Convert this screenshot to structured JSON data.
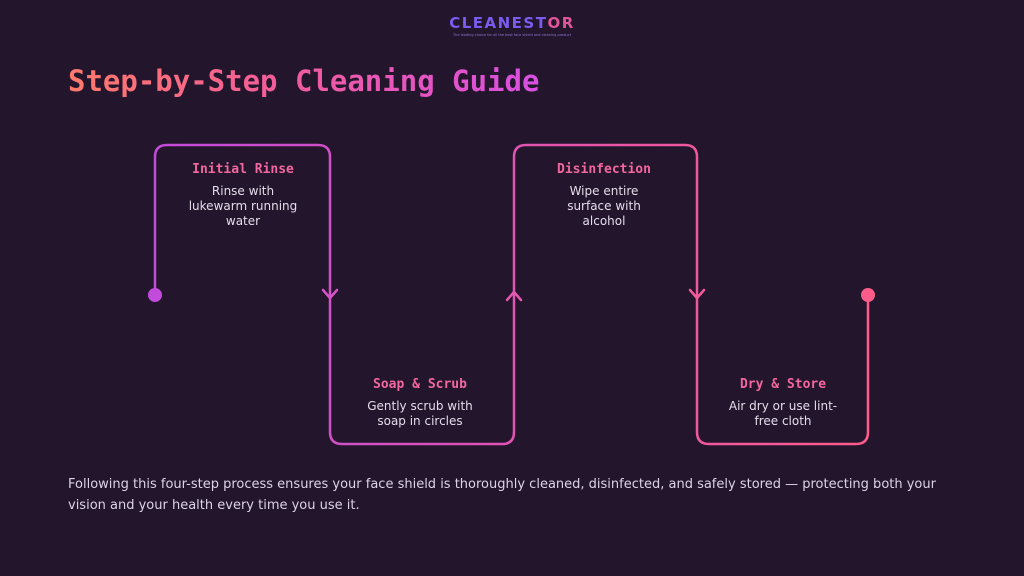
{
  "brand": {
    "name_part1": "CLEANEST",
    "name_part2": "OR",
    "tagline": "The leading choice for all the best face shield and cleaning product"
  },
  "title": "Step-by-Step Cleaning Guide",
  "steps": [
    {
      "title": "Initial Rinse",
      "description": "Rinse with lukewarm running water"
    },
    {
      "title": "Soap & Scrub",
      "description": "Gently scrub with soap in circles"
    },
    {
      "title": "Disinfection",
      "description": "Wipe entire surface with alcohol"
    },
    {
      "title": "Dry & Store",
      "description": "Air dry or use lint-free cloth"
    }
  ],
  "footer": "Following this four-step process ensures your face shield is thoroughly cleaned, disinfected, and safely stored — protecting both your vision and your health every time you use it.",
  "colors": {
    "background": "#22152c",
    "path_start": "#c24bdb",
    "path_end": "#ff5c8a",
    "step_title": "#f2679f",
    "brand": "#7b5cf0"
  }
}
